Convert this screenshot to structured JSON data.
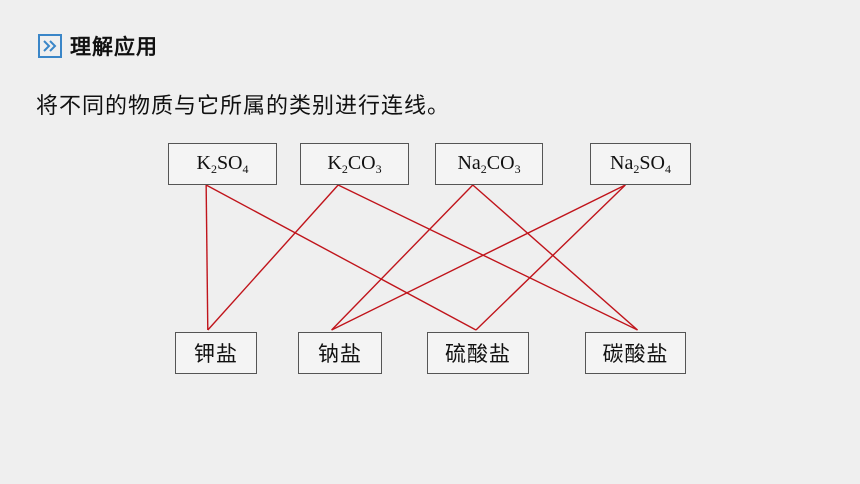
{
  "header": {
    "icon": "double-chevron-right-icon",
    "title": "理解应用"
  },
  "instruction": "将不同的物质与它所属的类别进行连线。",
  "compounds": [
    {
      "a": "K",
      "a_sub": "2",
      "b": "SO",
      "b_sub": "4"
    },
    {
      "a": "K",
      "a_sub": "2",
      "b": "CO",
      "b_sub": "3"
    },
    {
      "a": "Na",
      "a_sub": "2",
      "b": "CO",
      "b_sub": "3"
    },
    {
      "a": "Na",
      "a_sub": "2",
      "b": "SO",
      "b_sub": "4"
    }
  ],
  "categories": [
    "钾盐",
    "钠盐",
    "硫酸盐",
    "碳酸盐"
  ],
  "connections": [
    {
      "from": 0,
      "to": 0
    },
    {
      "from": 0,
      "to": 2
    },
    {
      "from": 1,
      "to": 0
    },
    {
      "from": 1,
      "to": 3
    },
    {
      "from": 2,
      "to": 1
    },
    {
      "from": 2,
      "to": 3
    },
    {
      "from": 3,
      "to": 1
    },
    {
      "from": 3,
      "to": 2
    }
  ],
  "colors": {
    "line": "#c0141b",
    "icon_border": "#3a86c8",
    "background": "#efefef"
  }
}
